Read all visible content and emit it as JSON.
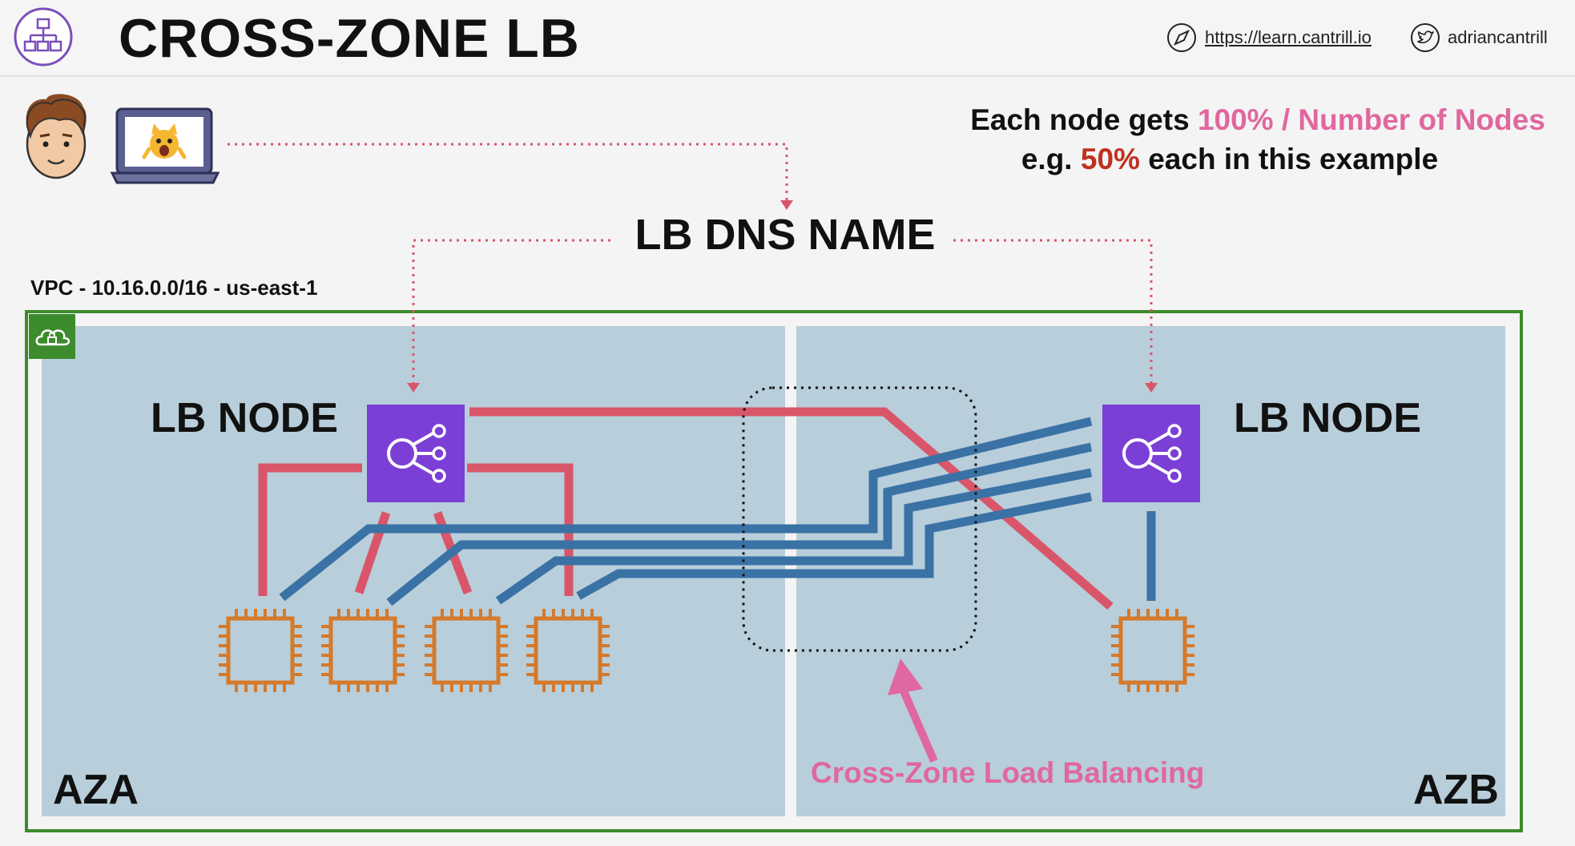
{
  "header": {
    "title": "CROSS-ZONE LB",
    "link_url": "https://learn.cantrill.io",
    "twitter_handle": "adriancantrill"
  },
  "note": {
    "line1_prefix": "Each node gets ",
    "line1_highlight": "100% / Number of Nodes",
    "line2_prefix": "e.g. ",
    "line2_highlight": "50%",
    "line2_suffix": " each in this example"
  },
  "diagram": {
    "dns_label": "LB DNS NAME",
    "vpc_label": "VPC - 10.16.0.0/16 - us-east-1",
    "lb_node_left_label": "LB NODE",
    "lb_node_right_label": "LB NODE",
    "aza_label": "AZA",
    "azb_label": "AZB",
    "cross_zone_label": "Cross-Zone Load Balancing",
    "icons": [
      "organization-icon",
      "user-avatar-icon",
      "laptop-icon",
      "compass-icon",
      "twitter-icon",
      "vpc-cloud-lock-icon",
      "load-balancer-icon",
      "ec2-instance-icon"
    ]
  },
  "colors": {
    "red_link": "#d9566a",
    "blue_link": "#3a72a6",
    "pink_accent": "#e0679f",
    "lb_purple": "#7b3fd6",
    "ec2_orange": "#d5792b",
    "vpc_green": "#3c8b2c",
    "az_fill": "#b8ceda"
  }
}
